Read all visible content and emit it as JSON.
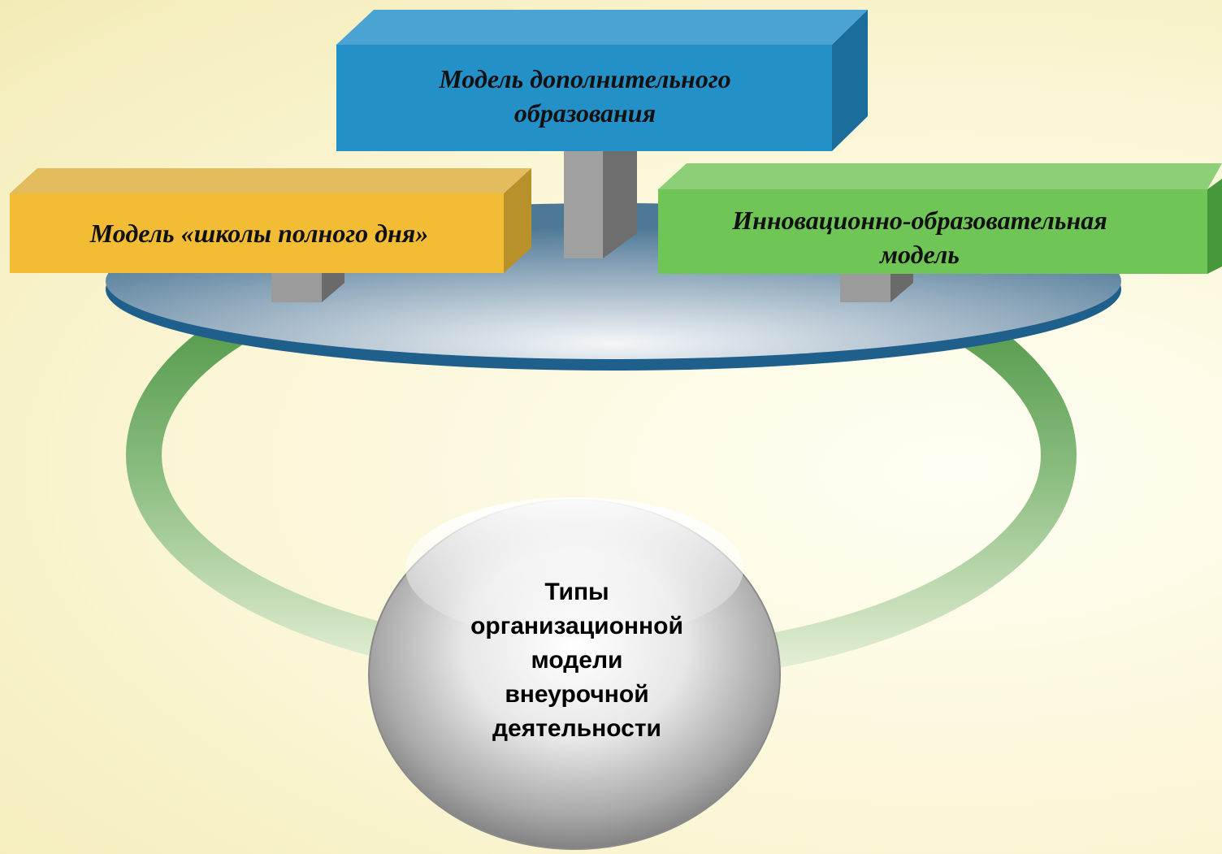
{
  "colors": {
    "background": "#fbf6d6",
    "top_box": "#2490c8",
    "left_box": "#f2bd35",
    "right_box": "#6fc657",
    "platform": "#2a6f9e",
    "ring": "#3f8f3a",
    "sphere": "#bdbdbd"
  },
  "boxes": {
    "top": {
      "label": "Модель дополнительного\nобразования"
    },
    "left": {
      "label": "Модель «школы полного дня»"
    },
    "right": {
      "label": "Инновационно-образовательная\nмодель"
    }
  },
  "center": {
    "label": "Типы\nорганизационной\nмодели\nвнеурочной\nдеятельности"
  }
}
